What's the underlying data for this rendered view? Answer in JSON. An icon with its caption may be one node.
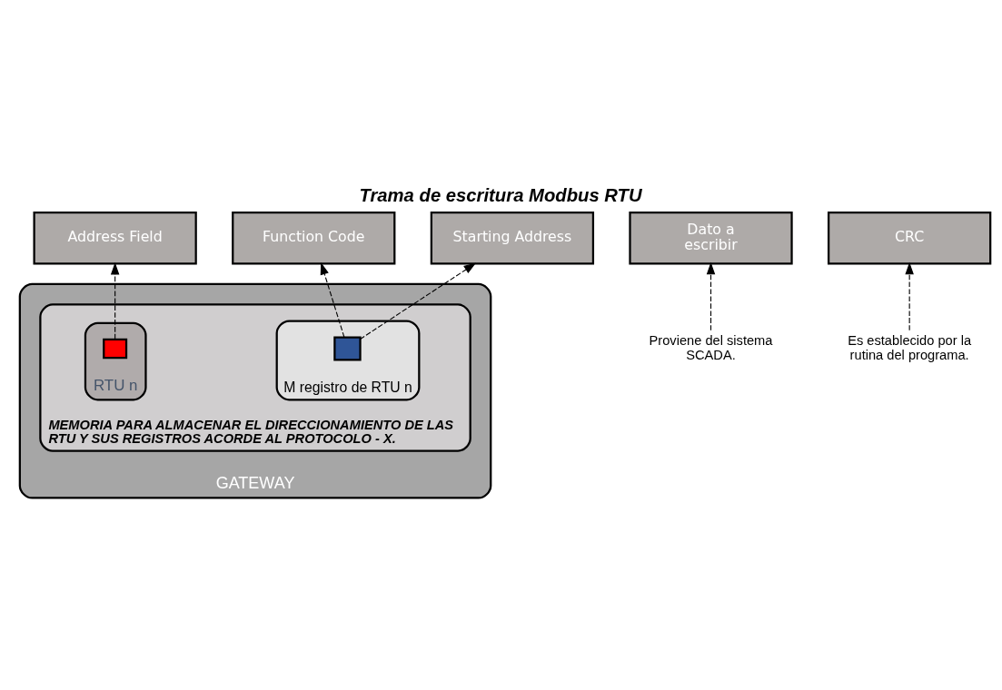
{
  "diagram": {
    "title": "Trama de escritura Modbus RTU",
    "nodes": [
      {
        "text": [
          "Address Field"
        ]
      },
      {
        "text": [
          "Function Code"
        ]
      },
      {
        "text": [
          "Starting Address"
        ]
      },
      {
        "text": [
          "Dato a escribir"
        ]
      },
      {
        "text": [
          "CRC"
        ]
      },
      {
        "text": [
          "Es establecido por la rutina del programa."
        ]
      },
      {
        "text": [
          "Proviene del sistema SCADA."
        ]
      },
      {
        "text": [
          "GATEWAY"
        ]
      },
      {
        "text": [
          "MEMORIA PARA ALMACENAR EL DIRECCIONAMIENTO DE LAS RTU Y SUS REGISTROS ACORDE AL PROTOCOLO - X."
        ],
        "in": 7
      },
      {
        "text": [
          "RTU n"
        ],
        "in": 8
      },
      {
        "text": [],
        "shape": "box",
        "in": 9
      },
      {
        "text": [
          "M registro de RTU n"
        ],
        "in": 8
      },
      {
        "text": [],
        "shape": "box",
        "in": 11
      }
    ],
    "edges": [
      {
        "from": 10,
        "to": 0,
        "arrow": "to",
        "style": "dashed"
      },
      {
        "from": 12,
        "to": 1,
        "arrow": "to",
        "style": "dashed"
      },
      {
        "from": 12,
        "to": 2,
        "arrow": "to",
        "style": "dashed"
      },
      {
        "from": 6,
        "to": 3,
        "arrow": "to",
        "style": "dashed"
      },
      {
        "from": 5,
        "to": 4,
        "arrow": "to",
        "style": "dashed"
      }
    ]
  }
}
